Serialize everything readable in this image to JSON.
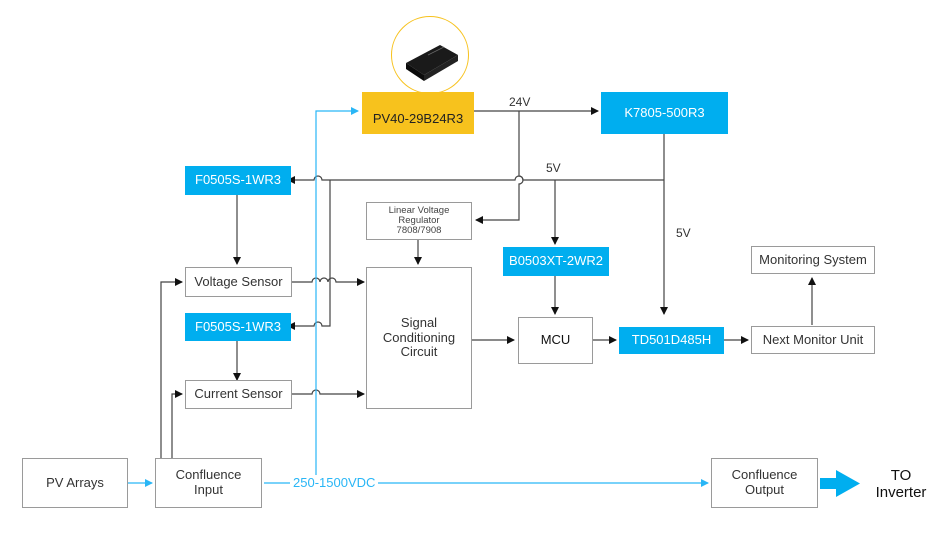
{
  "colors": {
    "accent_blue": "#00aeef",
    "accent_gold": "#f7c21d",
    "line": "#444444",
    "bus_blue": "#29b6f6"
  },
  "blocks": {
    "pv_arrays": "PV Arrays",
    "confluence_input": "Confluence\nInput",
    "confluence_output": "Confluence\nOutput",
    "voltage_sensor": "Voltage Sensor",
    "current_sensor": "Current Sensor",
    "f0505s_top": "F0505S-1WR3",
    "f0505s_bottom": "F0505S-1WR3",
    "pv40": "PV40-29B24R3",
    "k7805": "K7805-500R3",
    "linear_regulator": "Linear Voltage\nRegulator\n7808/7908",
    "signal_conditioning": "Signal\nConditioning\nCircuit",
    "b0503xt": "B0503XT-2WR2",
    "mcu": "MCU",
    "td501d485h": "TD501D485H",
    "next_monitor_unit": "Next Monitor Unit",
    "monitoring_system": "Monitoring System"
  },
  "labels": {
    "v24": "24V",
    "v5_top": "5V",
    "v5_right": "5V",
    "dc_bus": "250-1500VDC",
    "to_inverter": "TO\nInverter"
  },
  "icons": {
    "product_photo": "dc-dc-module-photo"
  }
}
